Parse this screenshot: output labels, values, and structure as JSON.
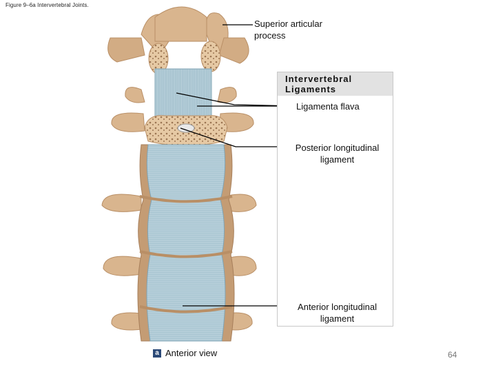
{
  "figure_caption": "Figure 9–6a Intervertebral Joints.",
  "panel": {
    "title_line1": "Intervertebral",
    "title_line2": "Ligaments"
  },
  "labels": {
    "superior_articular_line1": "Superior articular",
    "superior_articular_line2": "process",
    "ligamenta_flava": "Ligamenta flava",
    "posterior_line1": "Posterior longitudinal",
    "posterior_line2": "ligament",
    "anterior_line1": "Anterior longitudinal",
    "anterior_line2": "ligament"
  },
  "view": {
    "badge": "a",
    "text": "Anterior view"
  },
  "page_number": "64",
  "colors": {
    "bone": "#d9b58e",
    "bone_dark": "#b98f66",
    "ligament": "#a9c6d2",
    "ligament_dark": "#7fa3b4",
    "panel_header": "#e2e2e2"
  }
}
